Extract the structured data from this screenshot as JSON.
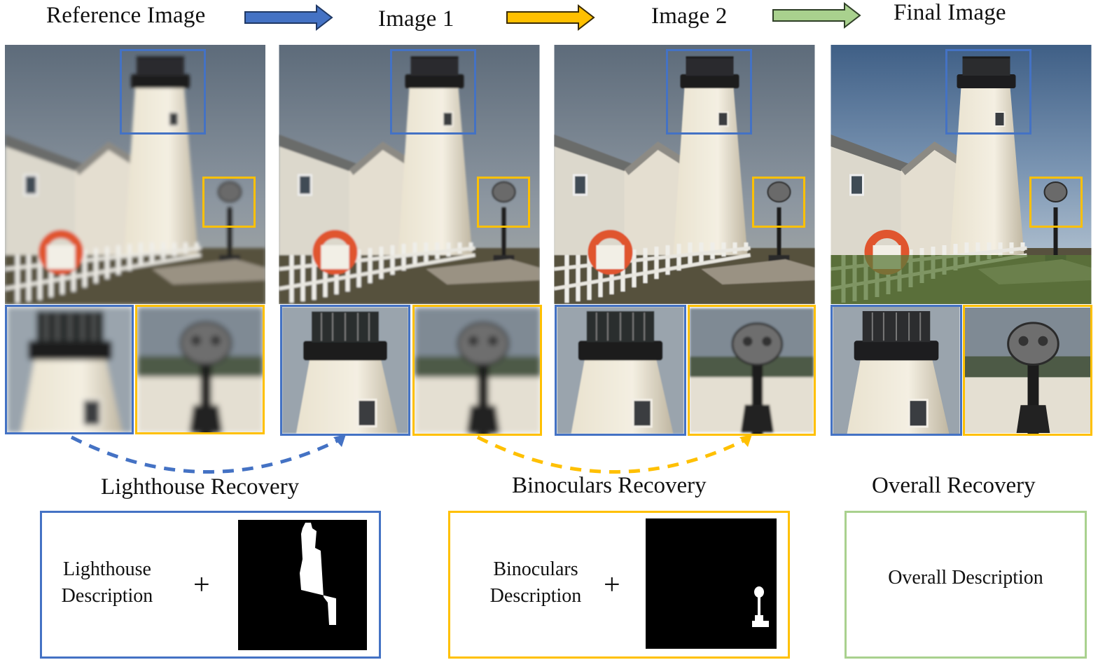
{
  "stages": [
    {
      "title": "Reference Image",
      "quality": "blurry"
    },
    {
      "title": "Image 1",
      "quality": "lighthouse-restored"
    },
    {
      "title": "Image 2",
      "quality": "binoculars-restored"
    },
    {
      "title": "Final Image",
      "quality": "sharp"
    }
  ],
  "arrow_colors": [
    "#4472c4",
    "#ffc000",
    "#a9d18e"
  ],
  "highlight_colors": {
    "lighthouse": "#4472c4",
    "binoculars": "#ffc000",
    "overall": "#a9d18e"
  },
  "steps": [
    {
      "caption": "Lighthouse Recovery",
      "description_line1": "Lighthouse",
      "description_line2": "Description",
      "plus": "+",
      "mask": "lighthouse-mask"
    },
    {
      "caption": "Binoculars Recovery",
      "description_line1": "Binoculars",
      "description_line2": "Description",
      "plus": "+",
      "mask": "binoculars-mask"
    },
    {
      "caption": "Overall Recovery",
      "description": "Overall Description"
    }
  ]
}
